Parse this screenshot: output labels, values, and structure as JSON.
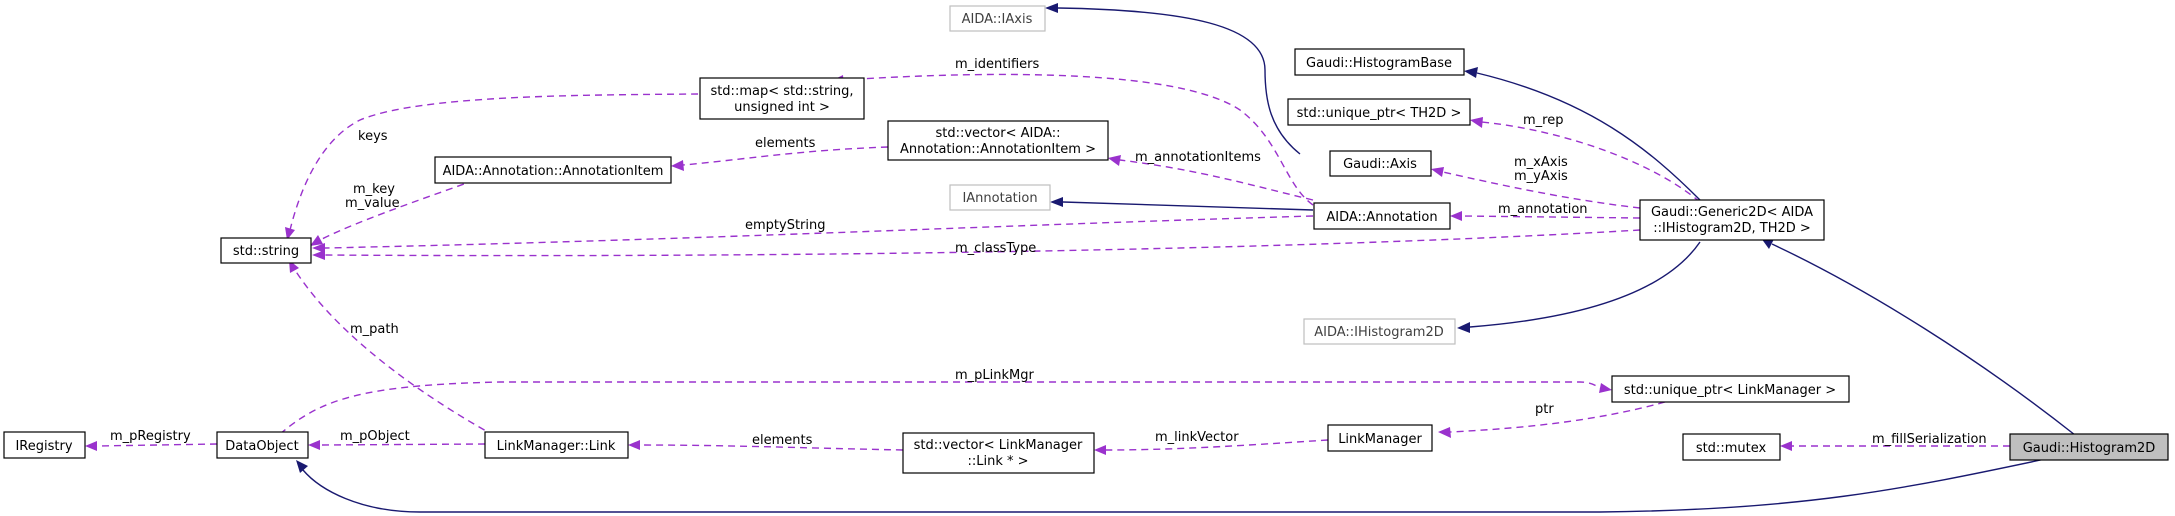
{
  "nodes": {
    "iaxis": {
      "lines": [
        "AIDA::IAxis"
      ],
      "external": true
    },
    "histogram_base": {
      "lines": [
        "Gaudi::HistogramBase"
      ]
    },
    "std_map": {
      "lines": [
        "std::map< std::string,",
        "unsigned int >"
      ]
    },
    "unique_ptr_th2d": {
      "lines": [
        "std::unique_ptr< TH2D >"
      ]
    },
    "vector_annotation_item": {
      "lines": [
        "std::vector< AIDA::",
        "Annotation::AnnotationItem >"
      ]
    },
    "gaudi_axis": {
      "lines": [
        "Gaudi::Axis"
      ]
    },
    "annotation_item": {
      "lines": [
        "AIDA::Annotation::AnnotationItem"
      ]
    },
    "iannotation": {
      "lines": [
        "IAnnotation"
      ],
      "external": true
    },
    "aida_annotation": {
      "lines": [
        "AIDA::Annotation"
      ]
    },
    "generic2d": {
      "lines": [
        "Gaudi::Generic2D< AIDA",
        "::IHistogram2D, TH2D >"
      ]
    },
    "std_string": {
      "lines": [
        "std::string"
      ]
    },
    "ihistogram2d": {
      "lines": [
        "AIDA::IHistogram2D"
      ],
      "external": true
    },
    "unique_ptr_linkmgr": {
      "lines": [
        "std::unique_ptr< LinkManager >"
      ]
    },
    "iregistry": {
      "lines": [
        "IRegistry"
      ]
    },
    "data_object": {
      "lines": [
        "DataObject"
      ]
    },
    "link_manager_link": {
      "lines": [
        "LinkManager::Link"
      ]
    },
    "vector_link": {
      "lines": [
        "std::vector< LinkManager",
        "::Link * >"
      ]
    },
    "link_manager": {
      "lines": [
        "LinkManager"
      ]
    },
    "std_mutex": {
      "lines": [
        "std::mutex"
      ]
    },
    "histogram2d": {
      "lines": [
        "Gaudi::Histogram2D"
      ],
      "focus": true
    }
  },
  "edge_labels": {
    "m_identifiers": "m_identifiers",
    "keys": "keys",
    "elements_annotation": "elements",
    "m_annotation_items": "m_annotationItems",
    "m_rep": "m_rep",
    "m_axis_x": "m_xAxis",
    "m_axis_y": "m_yAxis",
    "m_key": "m_key",
    "m_value": "m_value",
    "empty_string": "emptyString",
    "m_annotation": "m_annotation",
    "m_class_type": "m_classType",
    "m_path": "m_path",
    "m_plinkmgr": "m_pLinkMgr",
    "ptr": "ptr",
    "m_pregistry": "m_pRegistry",
    "m_pobject": "m_pObject",
    "elements_link": "elements",
    "m_link_vector": "m_linkVector",
    "m_fill_serialization": "m_fillSerialization"
  },
  "colors": {
    "inheritance": "#191970",
    "usage": "#9a32cd",
    "focus_fill": "#bfbfbf",
    "external_border": "#bfbfbf"
  }
}
